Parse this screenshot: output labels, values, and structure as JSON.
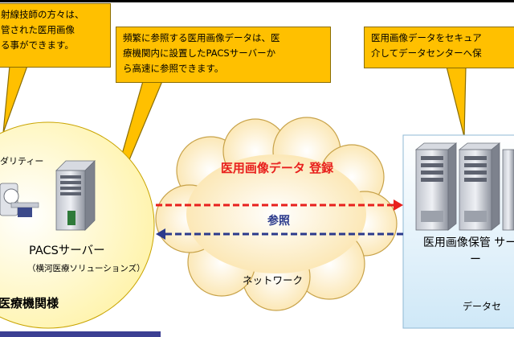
{
  "callouts": {
    "left": [
      "射線技師の方々は、",
      "管された医用画像",
      "る事ができます。"
    ],
    "middle": [
      "頻繁に参照する医用画像データは、医",
      "療機関内に設置したPACSサーバーか",
      "ら高速に参照できます。"
    ],
    "right": [
      "医用画像データをセキュア",
      "介してデータセンターへ保"
    ]
  },
  "hospital": {
    "modality_label": "ダリティー",
    "pacs_label": "PACSサーバー",
    "vendor_label": "（横河医療ソリューションズ）",
    "site_label": "医療機関様"
  },
  "network": {
    "register_label": "医用画像データ 登録",
    "reference_label": "参照",
    "network_label": "ネットワーク"
  },
  "datacenter": {
    "storage_label": "医用画像保管 サーバー",
    "site_label": "データセ"
  },
  "colors": {
    "callout": "#ffc000",
    "hospital_fill": "#fffbd6",
    "cloud_fill": "#fdf3d8",
    "datacenter_fill": "#e6f3fb",
    "register_arrow": "#e8201d",
    "reference_arrow": "#2b3a8c"
  }
}
